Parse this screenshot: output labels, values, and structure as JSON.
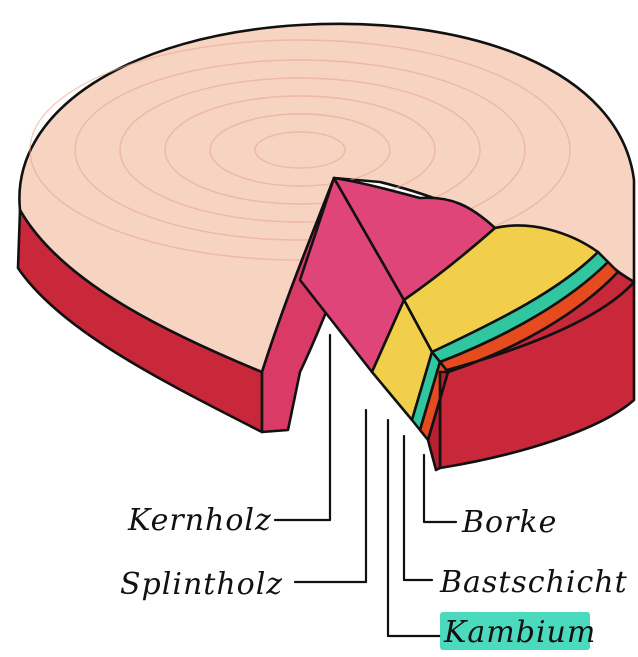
{
  "labels": {
    "kernholz": "Kernholz",
    "splintholz": "Splintholz",
    "borke": "Borke",
    "bastschicht": "Bastschicht",
    "kambium": "Kambium"
  },
  "colors": {
    "top_face": "#f7d3c2",
    "heartwood": "#e0457a",
    "sapwood": "#f2cf4a",
    "cambium": "#2fc6a0",
    "bast": "#e64a1f",
    "bark": "#c8283a",
    "kambium_highlight": "#39d6b8"
  }
}
